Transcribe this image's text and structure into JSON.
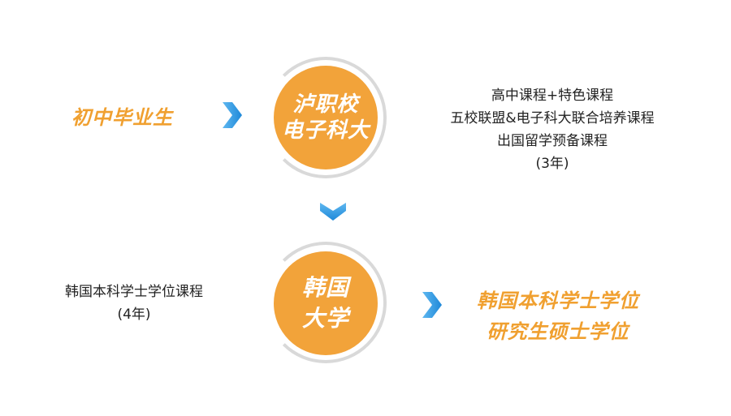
{
  "left_top_label": "初中毕业生",
  "circle_top": {
    "line1": "泸职校",
    "line2": "电子科大"
  },
  "top_description": [
    "高中课程+特色课程",
    "五校联盟&电子科大联合培养课程",
    "出国留学预备课程",
    "(3年)"
  ],
  "circle_bottom": {
    "line1": "韩国",
    "line2": "大学"
  },
  "left_bottom_description": [
    "韩国本科学士学位课程",
    "(4年)"
  ],
  "right_bottom_labels": [
    "韩国本科学士学位",
    "研究生硕士学位"
  ],
  "colors": {
    "orange": "#F2A33A",
    "arrow_blue": "#1E88D9",
    "ring_gray": "#d9d9d9",
    "text": "#222222"
  },
  "icons": {
    "right_arrow": "chevron-right-icon",
    "down_arrow": "chevron-down-icon"
  }
}
